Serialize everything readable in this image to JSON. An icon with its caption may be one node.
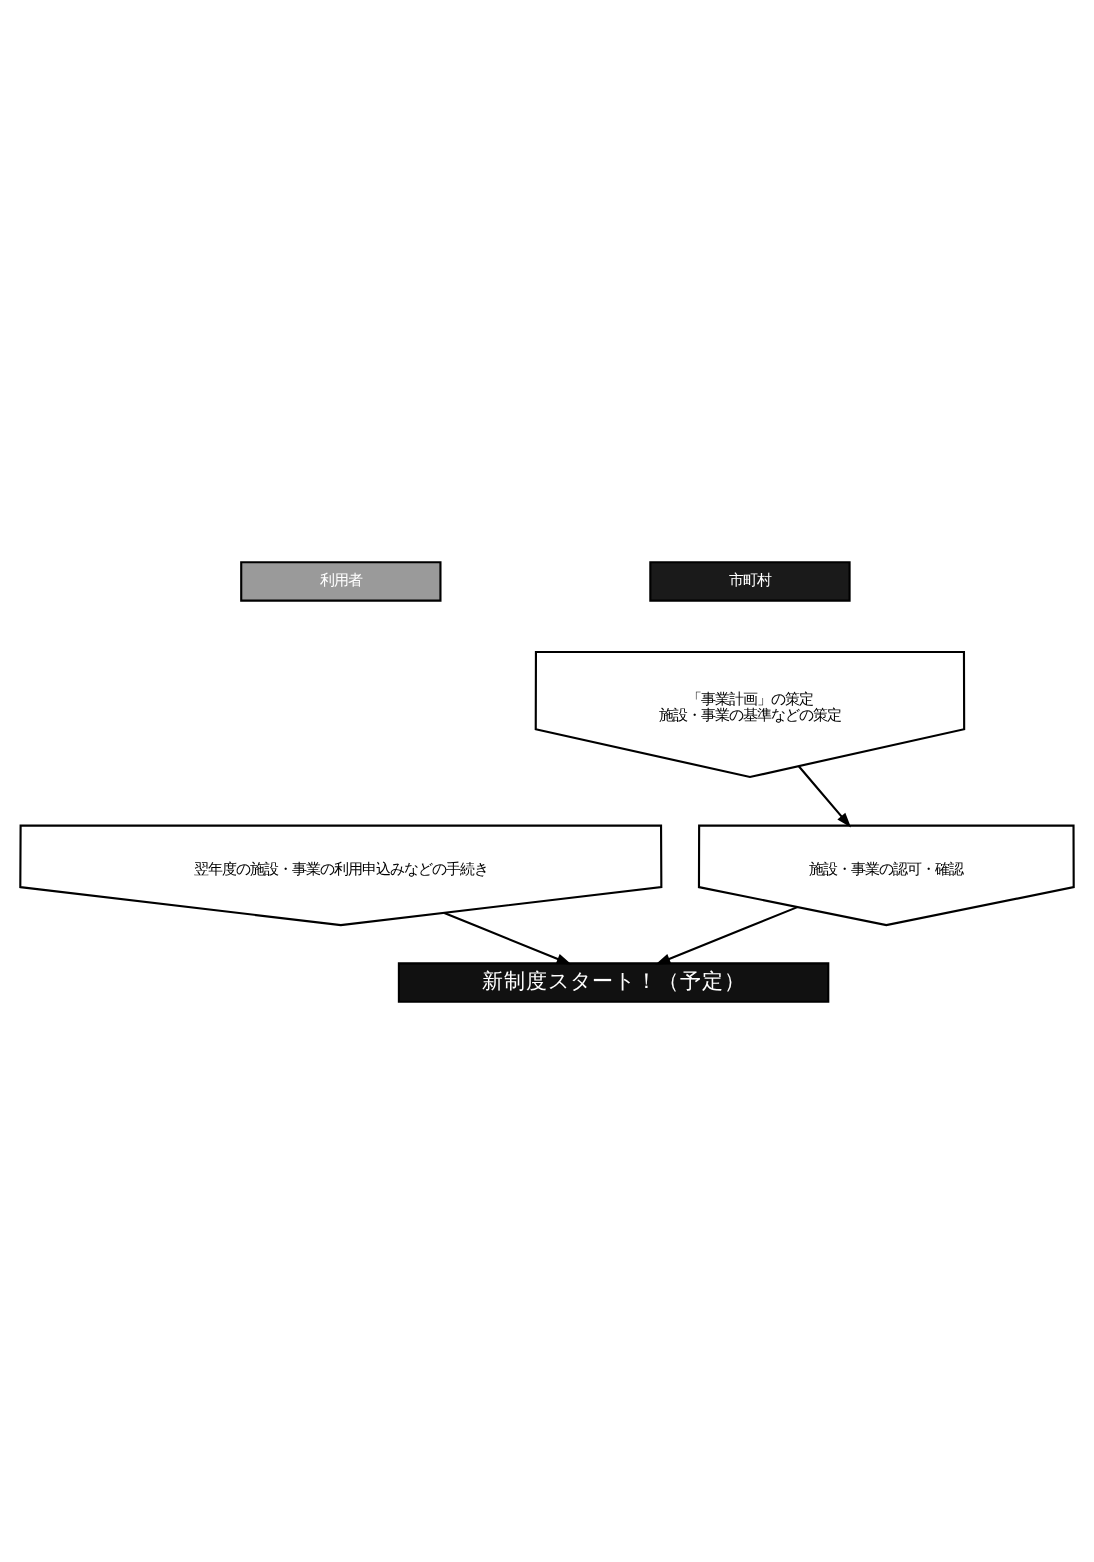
{
  "diagram": {
    "nodes": [
      {
        "text": [
          "市町村"
        ]
      },
      {
        "text": [
          "利用者"
        ]
      },
      {
        "text": [
          "「事業計画」の策定",
          "施設・事業の基準などの策定"
        ]
      },
      {
        "text": [
          "施設・事業の認可・確認"
        ]
      },
      {
        "text": [
          "翌年度の施設・事業の利用申込みなどの手続き"
        ]
      },
      {
        "text": [
          "新制度スタート！（予定）"
        ]
      }
    ],
    "edges": [
      {
        "from": 2,
        "to": 3,
        "arrow": "to"
      },
      {
        "from": 3,
        "to": 5,
        "arrow": "to"
      },
      {
        "from": 4,
        "to": 5,
        "arrow": "to"
      }
    ]
  }
}
